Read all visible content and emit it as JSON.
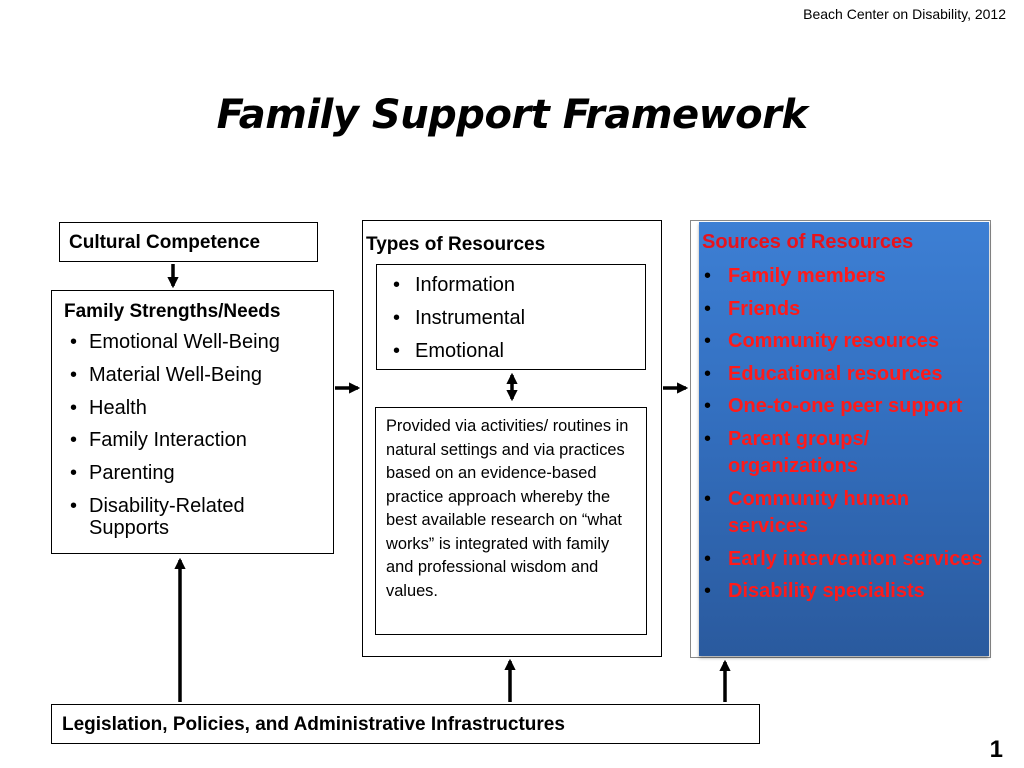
{
  "header": {
    "credit": "Beach Center on Disability, 2012",
    "title": "Family Support  Framework",
    "page_number": "1"
  },
  "cultural_competence": {
    "label": "Cultural Competence"
  },
  "family_needs": {
    "heading": "Family Strengths/Needs",
    "items": [
      "Emotional Well-Being",
      "Material Well-Being",
      "Health",
      "Family Interaction",
      "Parenting",
      "Disability-Related Supports"
    ]
  },
  "types_of_resources": {
    "heading": "Types of Resources",
    "items": [
      "Information",
      "Instrumental",
      "Emotional"
    ],
    "provided_text": "Provided via activities/ routines in natural settings and via practices based on an evidence-based practice approach whereby the best available research on “what works” is integrated with family and professional wisdom and values."
  },
  "sources_of_resources": {
    "heading": "Sources of Resources",
    "items": [
      "Family members",
      "Friends",
      "Community resources",
      "Educational resources",
      "One-to-one peer support",
      "Parent groups/ organizations",
      "Community human services",
      "Early intervention services",
      "Disability specialists"
    ]
  },
  "legislation": {
    "label": "Legislation, Policies, and Administrative Infrastructures"
  },
  "colors": {
    "sources_fill": "#3a78c9",
    "sources_text": "#ff1a1a",
    "arrow": "#000000"
  }
}
